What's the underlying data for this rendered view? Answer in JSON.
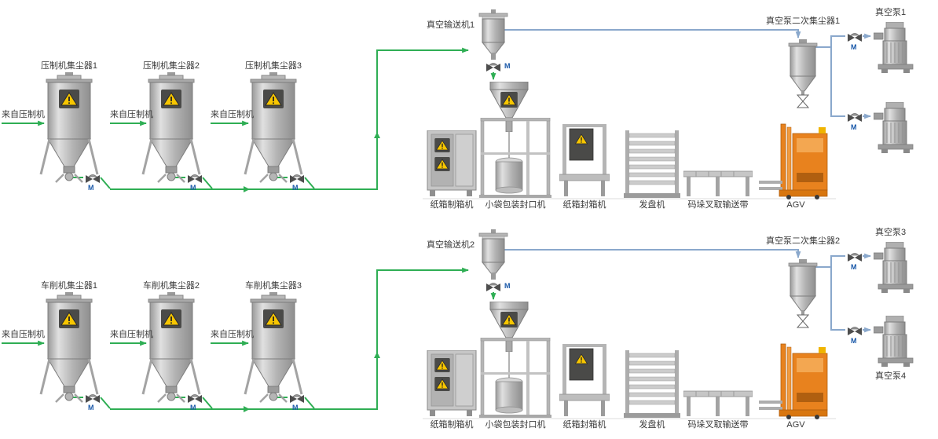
{
  "valve_label": "M",
  "colors": {
    "pipe_green": "#2fae54",
    "pipe_blue": "#8aa8cc",
    "valve_label_blue": "#1857a8",
    "equipment_grey": "#b5b5b5",
    "warning_yellow": "#f7c600",
    "agv_orange": "#e8821e"
  },
  "rows": [
    {
      "collectors": [
        {
          "label": "压制机集尘器1",
          "inlet": "来自压制机"
        },
        {
          "label": "压制机集尘器2",
          "inlet": "来自压制机"
        },
        {
          "label": "压制机集尘器3",
          "inlet": "来自压制机"
        }
      ],
      "vacuum_conveyor": "真空输送机1",
      "secondary_collector": "真空泵二次集尘器1",
      "pumps": [
        "真空泵1",
        ""
      ],
      "machines": {
        "carton_maker": "纸箱制箱机",
        "bag_sealer": "小袋包装封口机",
        "carton_sealer": "纸箱封箱机",
        "tray_dispenser": "发盘机",
        "palletizer_conveyor": "码垛叉取输送带",
        "agv": "AGV"
      }
    },
    {
      "collectors": [
        {
          "label": "车削机集尘器1",
          "inlet": "来自压制机"
        },
        {
          "label": "车削机集尘器2",
          "inlet": "来自压制机"
        },
        {
          "label": "车削机集尘器3",
          "inlet": "来自压制机"
        }
      ],
      "vacuum_conveyor": "真空输送机2",
      "secondary_collector": "真空泵二次集尘器2",
      "pumps": [
        "真空泵3",
        "真空泵4"
      ],
      "machines": {
        "carton_maker": "纸箱制箱机",
        "bag_sealer": "小袋包装封口机",
        "carton_sealer": "纸箱封箱机",
        "tray_dispenser": "发盘机",
        "palletizer_conveyor": "码垛叉取输送带",
        "agv": "AGV"
      }
    }
  ]
}
